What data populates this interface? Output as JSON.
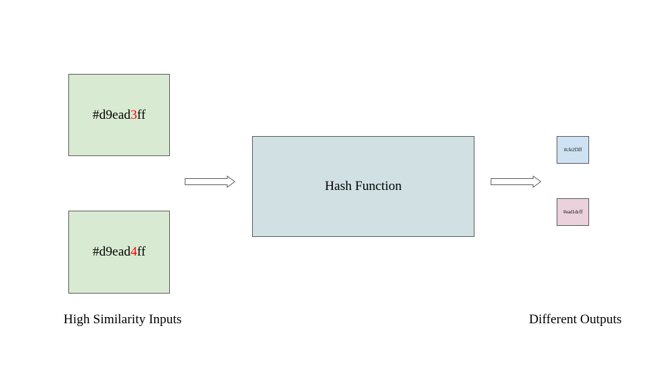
{
  "inputs": [
    {
      "prefix": "#d9ead",
      "highlight": "3",
      "suffix": "ff"
    },
    {
      "prefix": "#d9ead",
      "highlight": "4",
      "suffix": "ff"
    }
  ],
  "hash": {
    "label": "Hash Function"
  },
  "outputs": [
    {
      "label": "#cfe2f3ff",
      "color": "#cfe2f3"
    },
    {
      "label": "#ead1dcff",
      "color": "#ead1dc"
    }
  ],
  "captions": {
    "inputs": "High Similarity Inputs",
    "outputs": "Different Outputs"
  },
  "colors": {
    "input_fill": "#d9ead3",
    "hash_fill": "#d0e0e3",
    "highlight": "#ff0000"
  }
}
